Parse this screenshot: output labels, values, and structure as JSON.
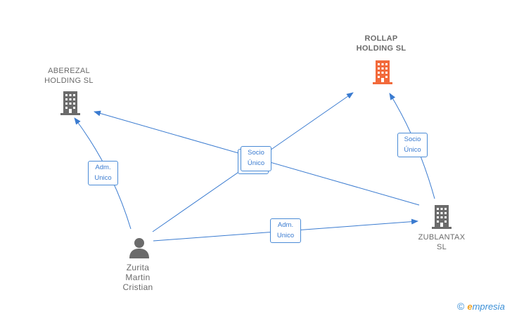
{
  "nodes": {
    "aberezal": {
      "line1": "ABEREZAL",
      "line2": "HOLDING  SL"
    },
    "rollap": {
      "line1": "ROLLAP",
      "line2": "HOLDING  SL"
    },
    "zublantax": {
      "line1": "ZUBLANTAX",
      "line2": "SL"
    },
    "person": {
      "line1": "Zurita",
      "line2": "Martin",
      "line3": "Cristian"
    }
  },
  "edges": {
    "person_aberezal": {
      "line1": "Adm.",
      "line2": "Unico"
    },
    "person_rollap": {
      "line1": "Socio",
      "line2": "Único"
    },
    "person_zublantax": {
      "line1": "Adm.",
      "line2": "Unico"
    },
    "zublantax_rollap": {
      "line1": "Socio",
      "line2": "Único"
    }
  },
  "colors": {
    "edge": "#3a7bd0",
    "company": "#6b6b6b",
    "highlight": "#f26a3b"
  },
  "watermark": {
    "copyright": "©",
    "brand_first": "e",
    "brand_rest": "mpresia"
  }
}
